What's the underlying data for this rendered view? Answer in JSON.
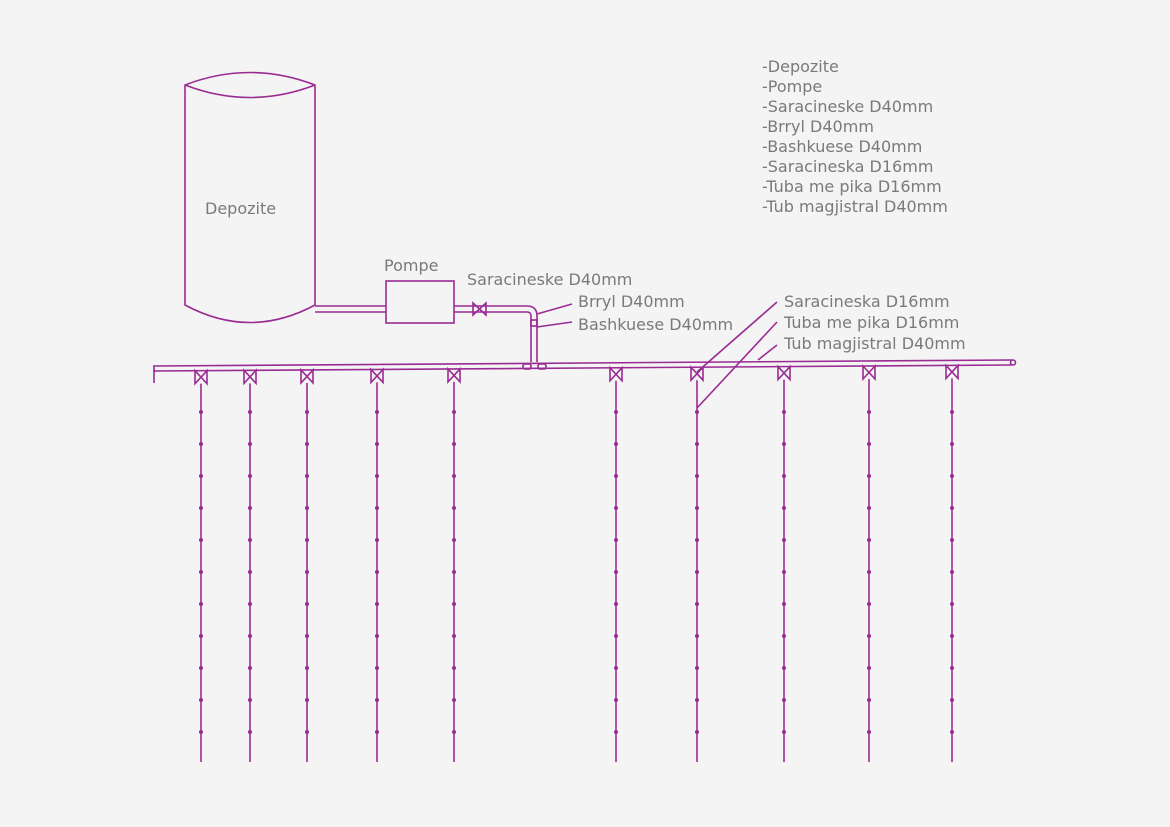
{
  "tank_label": "Depozite",
  "pump_label": "Pompe",
  "callouts": {
    "valve_main": "Saracineske D40mm",
    "elbow": "Brryl D40mm",
    "coupler": "Bashkuese D40mm",
    "valve_lateral": "Saracineska D16mm",
    "drip_tube": "Tuba me pika D16mm",
    "main_pipe": "Tub magjistral D40mm"
  },
  "legend": [
    "-Depozite",
    "-Pompe",
    "-Saracineske D40mm",
    "-Brryl D40mm",
    "-Bashkuese D40mm",
    "-Saracineska D16mm",
    "-Tuba me pika D16mm",
    "-Tub magjistral D40mm"
  ],
  "drip_line_count": 10,
  "colors": {
    "pipe": "#9a2b93",
    "text": "#7a7a7a",
    "background": "#f4f4f4"
  }
}
